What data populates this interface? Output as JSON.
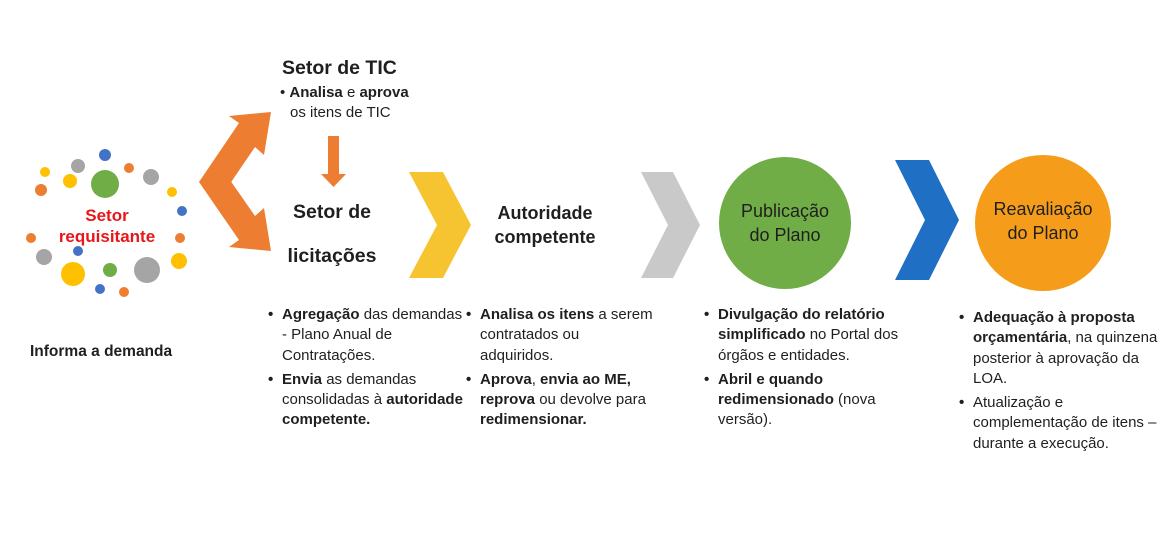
{
  "colors": {
    "orange_arrow": "#ed7d31",
    "yellow_chevron": "#f7c431",
    "gray_chevron": "#c9c9c9",
    "blue_chevron": "#1f6fc4",
    "green_circle": "#70ad47",
    "amber_circle": "#f59d1a",
    "red_label": "#e8161b",
    "dot_blue": "#4472c4",
    "dot_gray": "#a5a5a5",
    "dot_green": "#70ad47",
    "dot_yellow": "#ffc000",
    "dot_orange": "#ed7d31"
  },
  "requester": {
    "title_line1": "Setor",
    "title_line2": "requisitante",
    "caption": "Informa a demanda"
  },
  "tic": {
    "title": "Setor de TIC",
    "desc_bold1": "Analisa",
    "desc_mid": " e ",
    "desc_bold2": "aprova",
    "desc_line2": "os itens de TIC"
  },
  "licitacoes": {
    "title_line1": "Setor de",
    "title_line2": "licitações",
    "bullets": [
      {
        "bold": "Agregação",
        "text": " das demandas - Plano Anual de Contratações."
      },
      {
        "bold": "Envia",
        "text": " as demandas consolidadas à ",
        "bold2": "autoridade competente."
      }
    ]
  },
  "autoridade": {
    "title_line1": "Autoridade",
    "title_line2": "competente",
    "bullets": [
      {
        "bold": "Analisa os itens",
        "text": " a serem contratados ou adquiridos."
      },
      {
        "bold": "Aprova",
        "text": ", ",
        "bold2": "envia ao ME, reprova",
        "text2": " ou devolve para ",
        "bold3": "redimensionar."
      }
    ]
  },
  "publicacao": {
    "title_line1": "Publicação",
    "title_line2": "do Plano",
    "bullets": [
      {
        "bold": "Divulgação do relatório simplificado",
        "text": " no Portal dos órgãos e entidades."
      },
      {
        "bold": "Abril e quando redimensionado",
        "text": " (nova versão)."
      }
    ]
  },
  "reavaliacao": {
    "title_line1": "Reavaliação",
    "title_line2": "do Plano",
    "bullets": [
      {
        "bold": "Adequação à proposta orçamentária",
        "text": ", na quinzena posterior à aprovação da LOA."
      },
      {
        "text": "Atualização e complementação de itens – durante a execução."
      }
    ]
  }
}
